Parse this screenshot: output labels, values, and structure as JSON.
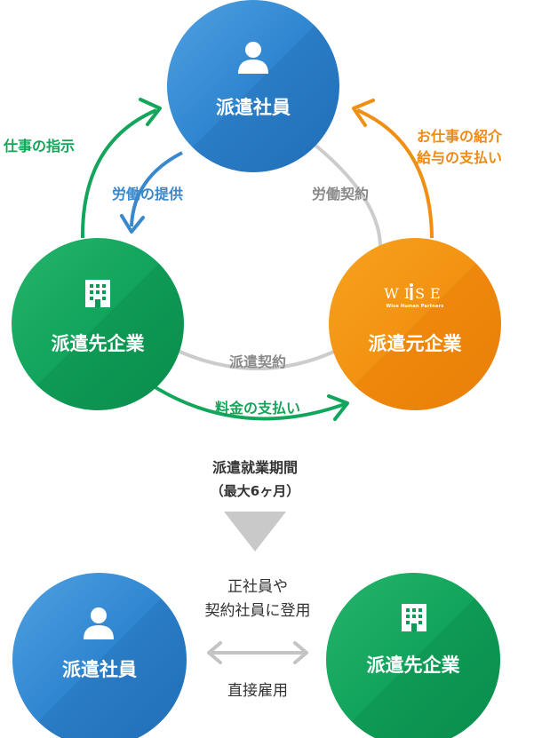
{
  "top_cycle": {
    "staff": "派遣社員",
    "client": "派遣先企業",
    "agency": "派遣元企業",
    "agency_logo": "WISE",
    "agency_logo_sub": "Wise Human Partners",
    "arrow_client_to_staff": "仕事の指示",
    "arrow_staff_to_client": "労働の提供",
    "line_staff_agency": "労働契約",
    "arrow_agency_to_staff_line1": "お仕事の紹介",
    "arrow_agency_to_staff_line2": "給与の支払い",
    "line_client_agency": "派遣契約",
    "arrow_client_to_agency": "料金の支払い"
  },
  "period": {
    "title": "派遣就業期間",
    "limit": "（最大6ヶ月）"
  },
  "bottom": {
    "staff": "派遣社員",
    "client": "派遣先企業",
    "hire_line1": "正社員や",
    "hire_line2": "契約社員に登用",
    "direct_hire": "直接雇用"
  },
  "colors": {
    "blue": "#2f86d0",
    "green": "#0fa55a",
    "orange": "#f39212",
    "gray_line": "#cccccc",
    "down_arrow": "#c9c9c9"
  }
}
